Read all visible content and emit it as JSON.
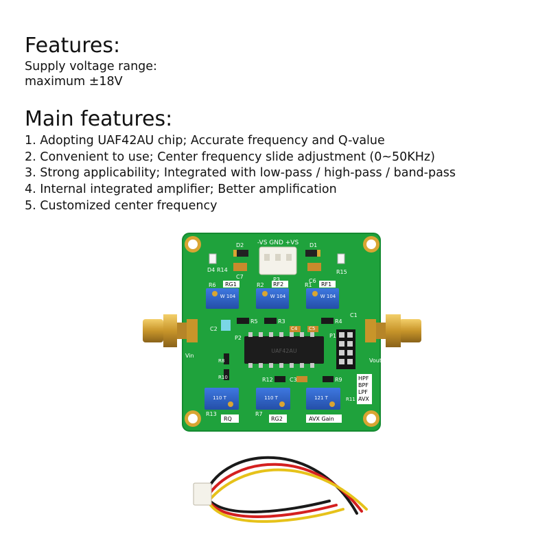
{
  "features": {
    "heading": "Features:",
    "lines": [
      "Supply voltage range:",
      "maximum ±18V"
    ]
  },
  "main_features": {
    "heading": "Main features:",
    "items": [
      "1. Adopting UAF42AU chip; Accurate frequency and Q-value",
      "2. Convenient to use; Center frequency slide adjustment (0~50KHz)",
      "3. Strong applicability; Integrated with low-pass / high-pass / band-pass",
      "4. Internal integrated amplifier; Better amplification",
      "5. Customized center frequency"
    ]
  },
  "board": {
    "top_header": "-VS GND +VS",
    "labels": {
      "d2": "D2",
      "d1": "D1",
      "d4": "D4",
      "r14": "R14",
      "c7": "C7",
      "p3": "P3",
      "c6": "C6",
      "r15": "R15",
      "r6": "R6",
      "r2": "R2",
      "r1": "R1",
      "rg1": "RG1",
      "rf2": "RF2",
      "rf1": "RF1",
      "r5": "R5",
      "r3": "R3",
      "r4": "R4",
      "c1": "C1",
      "c2": "C2",
      "c4": "C4",
      "c5": "C5",
      "p2": "P2",
      "p1": "P1",
      "vin": "Vin",
      "vout": "Vout",
      "r8": "R8",
      "r10": "R10",
      "r12": "R12",
      "c3": "C3",
      "r9": "R9",
      "r13": "R13",
      "r7": "R7",
      "r11": "R11",
      "rq": "RQ",
      "rg2": "RG2",
      "avx_gain": "AVX Gain"
    },
    "mode_labels": [
      "HPF",
      "BPF",
      "LPF",
      "AVX"
    ],
    "pot_codes": {
      "top": "W 104",
      "bottom_left": "110 T",
      "bottom_mid": "110 T",
      "bottom_right": "121 T"
    },
    "chip_text": [
      "UAF42AU"
    ]
  },
  "colors": {
    "pcb": "#1fa23c",
    "pcb_dark": "#168030",
    "gold": "#d9a533",
    "pot_blue": "#2f62c8",
    "wire_red": "#d42020",
    "wire_yellow": "#e6c21a",
    "wire_black": "#1a1a1a"
  }
}
